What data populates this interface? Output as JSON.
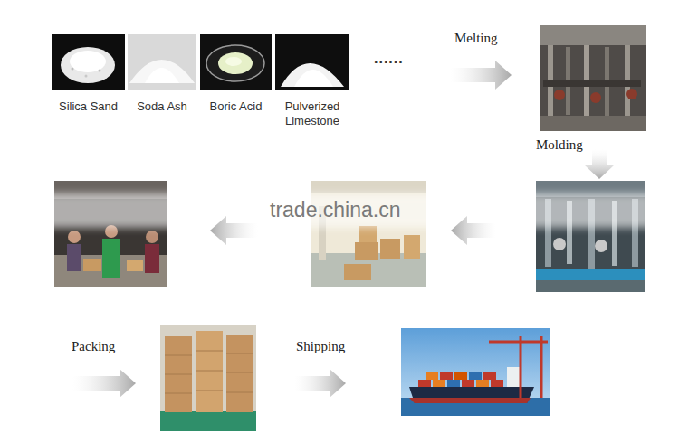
{
  "diagram": {
    "nodes": [
      {
        "text": [
          "Silica Sand"
        ]
      },
      {
        "text": [
          "Soda Ash"
        ]
      },
      {
        "text": [
          "Boric Acid"
        ]
      },
      {
        "text": [
          "Pulverized Limestone"
        ]
      }
    ],
    "labels": [
      "......",
      "Melting",
      "Molding",
      "Packing",
      "Shipping",
      "trade.china.cn"
    ]
  }
}
